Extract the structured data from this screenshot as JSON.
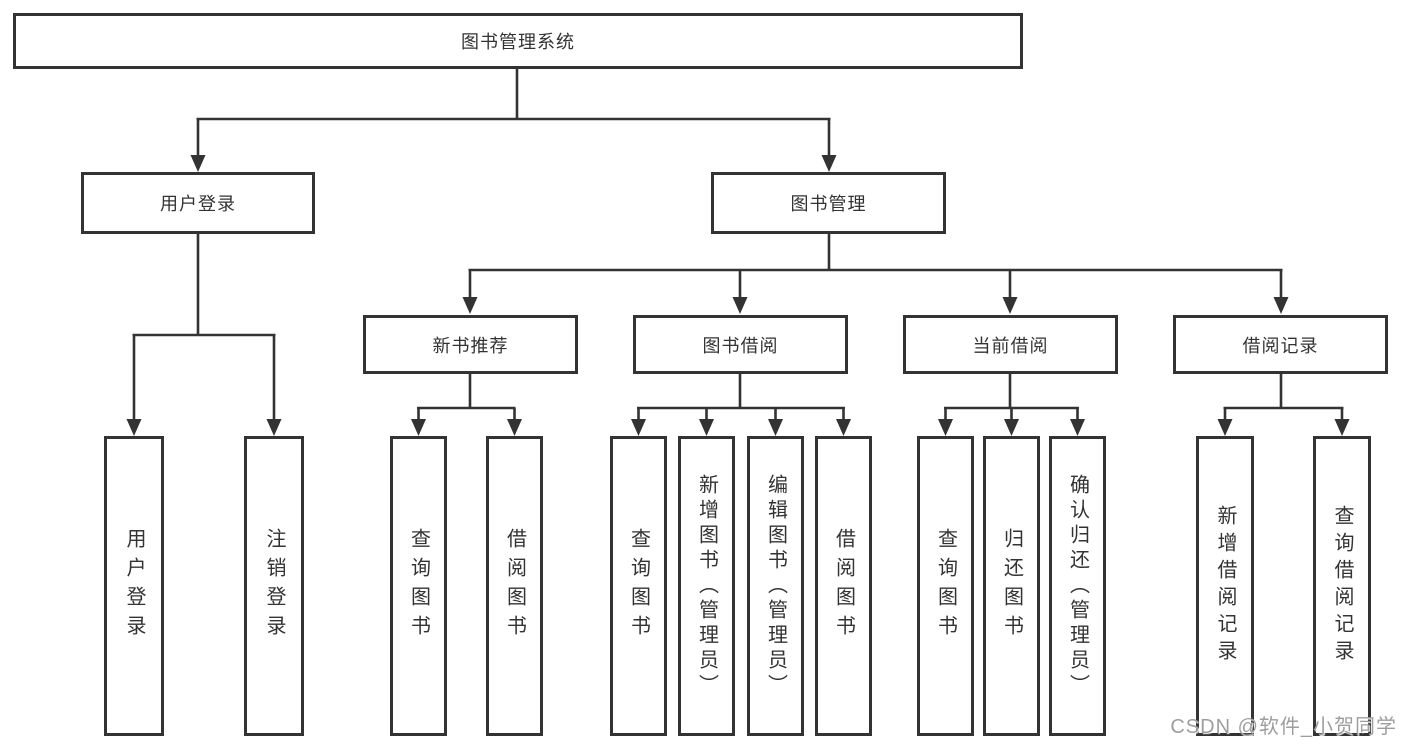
{
  "tree": {
    "label": "图书管理系统",
    "children": [
      {
        "label": "用户登录",
        "children": [
          {
            "label": "用户登录"
          },
          {
            "label": "注销登录"
          }
        ]
      },
      {
        "label": "图书管理",
        "children": [
          {
            "label": "新书推荐",
            "children": [
              {
                "label": "查询图书"
              },
              {
                "label": "借阅图书"
              }
            ]
          },
          {
            "label": "图书借阅",
            "children": [
              {
                "label": "查询图书"
              },
              {
                "label": "新增图书（管理员）"
              },
              {
                "label": "编辑图书（管理员）"
              },
              {
                "label": "借阅图书"
              }
            ]
          },
          {
            "label": "当前借阅",
            "children": [
              {
                "label": "查询图书"
              },
              {
                "label": "归还图书"
              },
              {
                "label": "确认归还（管理员）"
              }
            ]
          },
          {
            "label": "借阅记录",
            "children": [
              {
                "label": "新增借阅记录"
              },
              {
                "label": "查询借阅记录"
              }
            ]
          }
        ]
      }
    ]
  },
  "watermark": {
    "text": "CSDN @软件_小贺同学"
  },
  "colors": {
    "line": "#333333",
    "box_border": "#333333",
    "background": "#ffffff",
    "watermark": "#9e9e9e"
  }
}
